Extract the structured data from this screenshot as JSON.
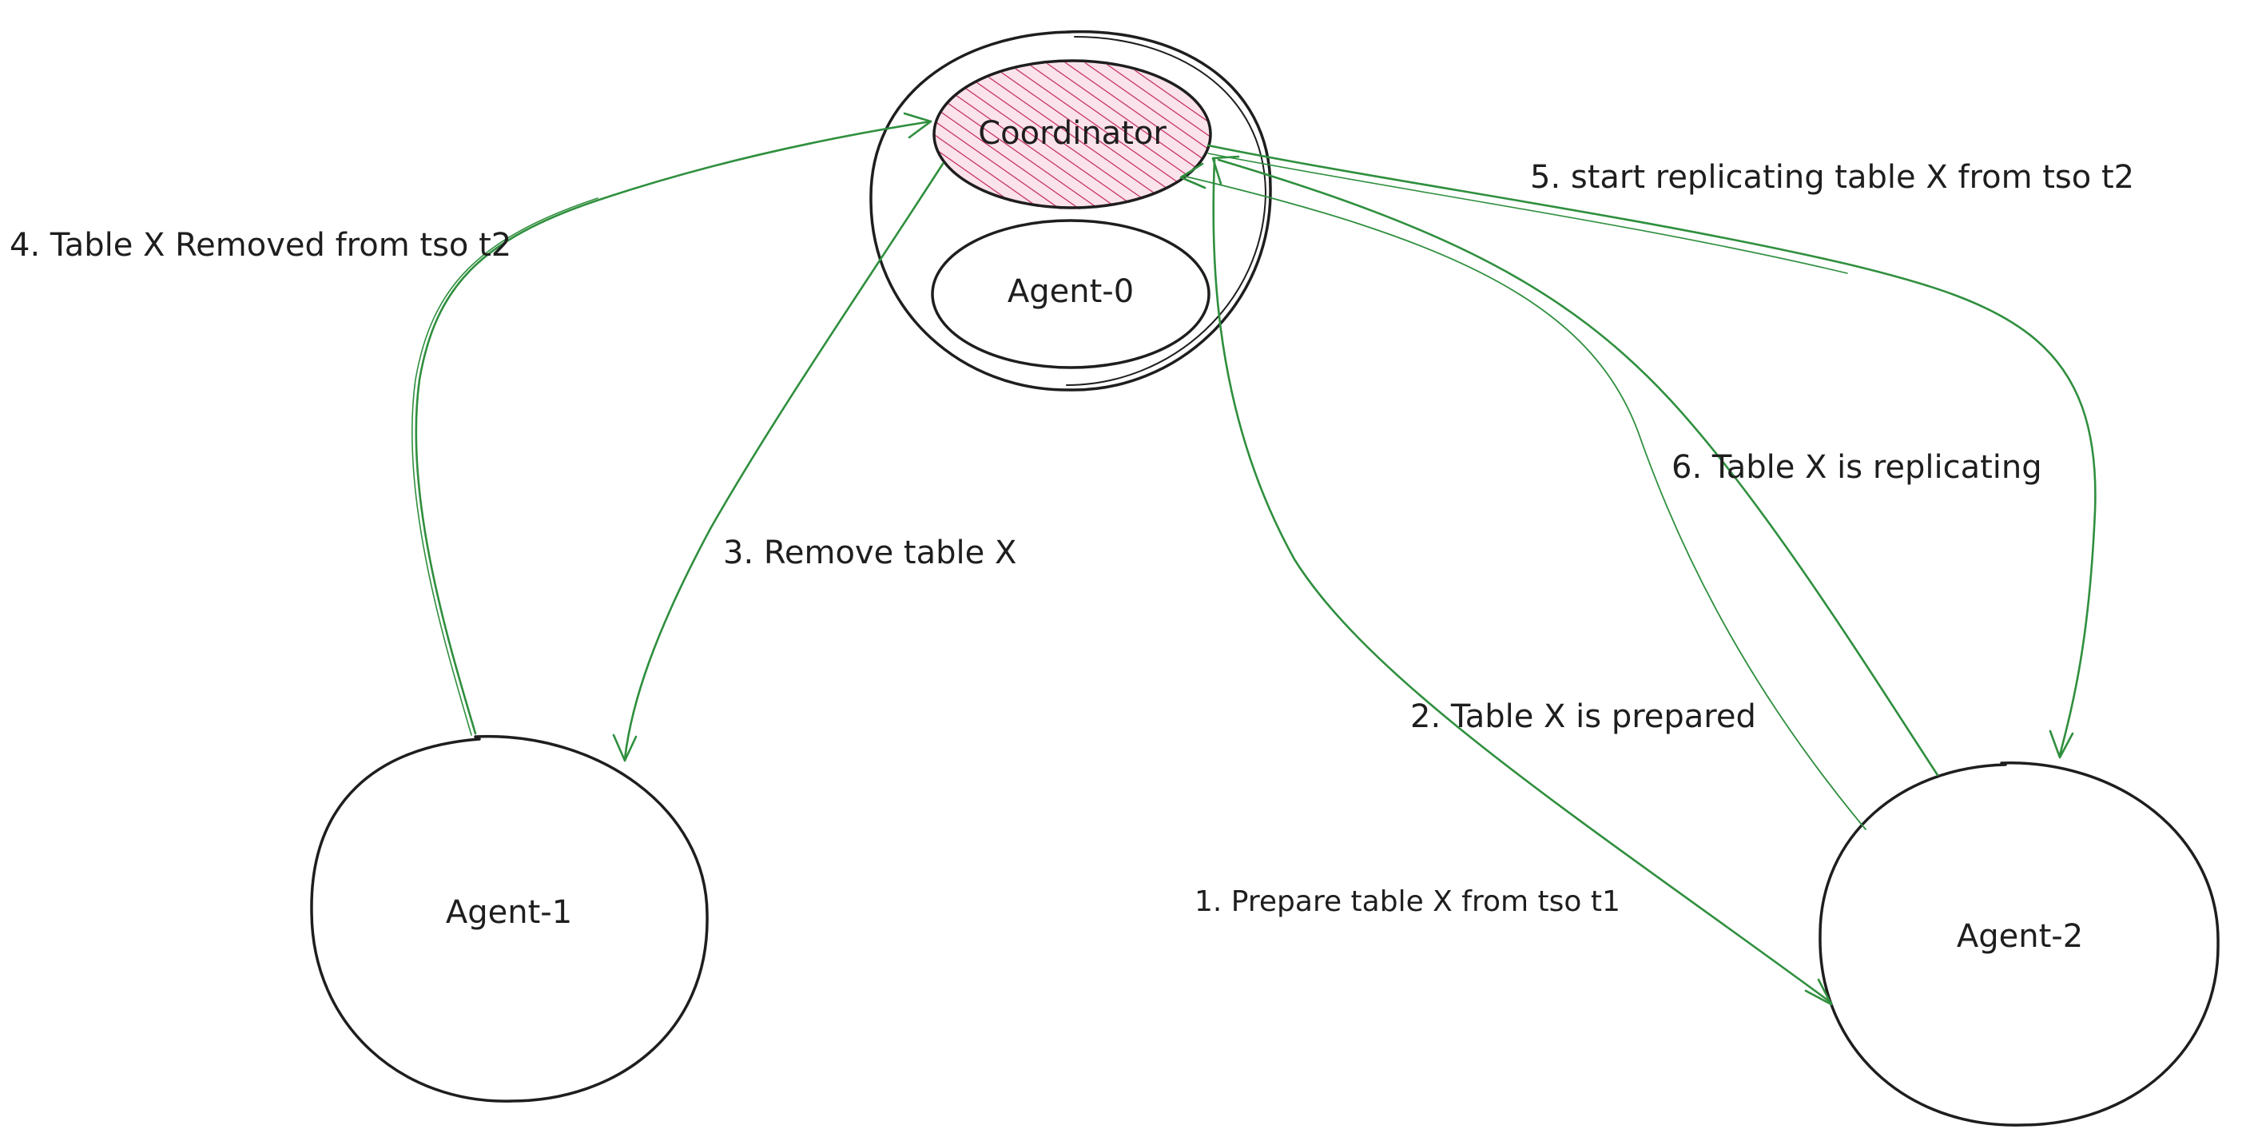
{
  "colors": {
    "ink": "#1e1e1e",
    "arrow": "#2f8f3e",
    "coordinator_hatch": "#c2255c",
    "coordinator_fill": "#fbe3ec",
    "background": "#ffffff"
  },
  "nodes": {
    "coordinator": "Coordinator",
    "agent0": "Agent-0",
    "agent1": "Agent-1",
    "agent2": "Agent-2"
  },
  "edges": {
    "e1": "1. Prepare table X from tso t1",
    "e2": "2. Table X is prepared",
    "e3": "3. Remove table X",
    "e4": "4. Table X Removed from tso t2",
    "e5": "5. start replicating table X from tso t2",
    "e6": "6. Table X is replicating"
  }
}
